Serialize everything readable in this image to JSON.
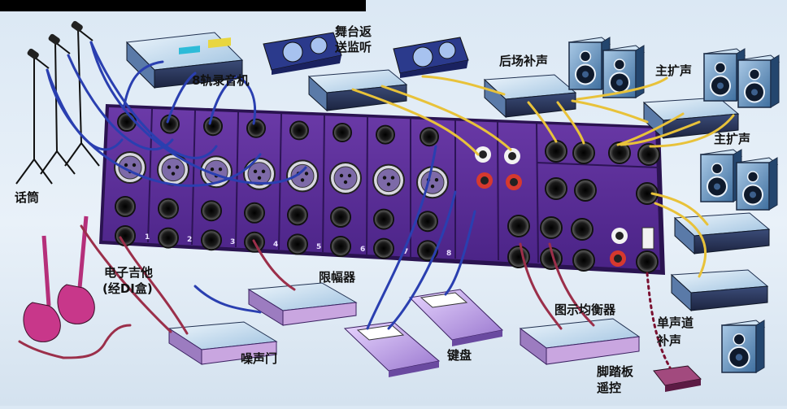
{
  "labels": {
    "recorder": "8轨录音机",
    "stage_monitor": [
      "舞台返",
      "送监听"
    ],
    "rear_fill": "后场补声",
    "main_speaker_top": "主扩声",
    "main_speaker_right": "主扩声",
    "microphone": "话筒",
    "guitar": [
      "电子吉他",
      "(经DI盒)"
    ],
    "limiter": "限幅器",
    "noise_gate": "噪声门",
    "keyboard": "键盘",
    "graphic_eq": "图示均衡器",
    "mono_fill": [
      "单声道",
      "补声"
    ],
    "footswitch": [
      "脚踏板",
      "遥控"
    ]
  },
  "colors": {
    "mixer": "#5a2e96",
    "mixer_dark": "#3f1c74",
    "cable_blue": "#2a3fb0",
    "cable_yellow": "#e8c23a",
    "cable_red": "#9b2f4a",
    "footswitch_cable": "#7a1030",
    "device_top": "#cfe3f3",
    "speaker_blue": "#6fa0cf"
  }
}
